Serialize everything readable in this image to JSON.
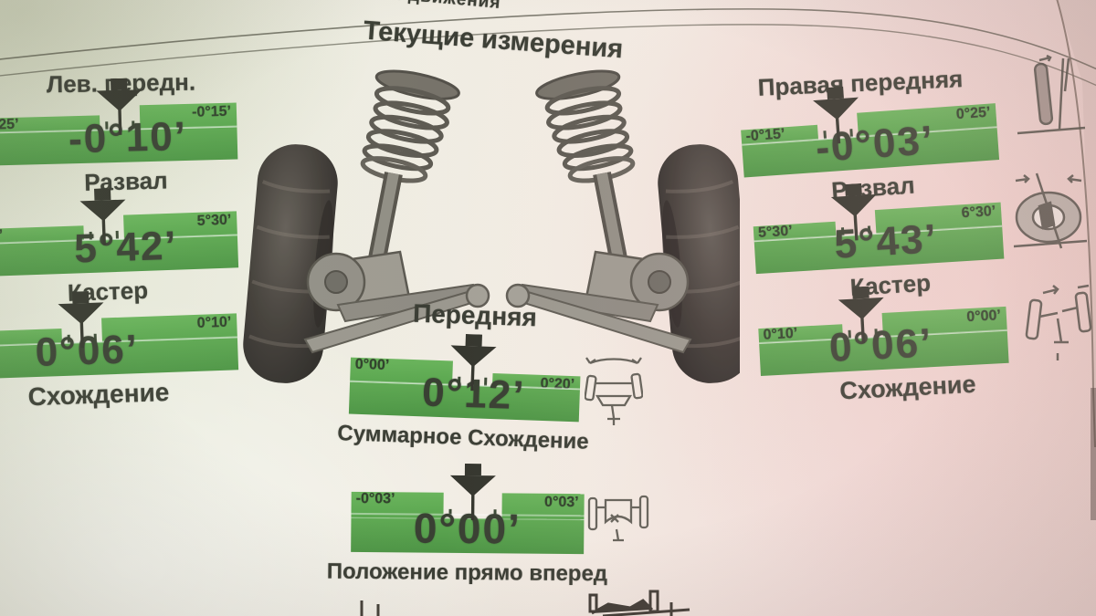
{
  "page": {
    "top_partial_text": "и движения",
    "title": "Текущие измерения"
  },
  "left_column": {
    "title": "Лев. передн.",
    "measurements": [
      {
        "label": "Развал",
        "value": "-0°10’",
        "left_limit": "25’",
        "right_limit": "-0°15’"
      },
      {
        "label": "Кастер",
        "value": "5°42’",
        "left_limit": "’",
        "right_limit": "5°30’"
      },
      {
        "label": "Схождение",
        "value": "0°06’",
        "left_limit": "",
        "right_limit": "0°10’"
      }
    ]
  },
  "right_column": {
    "title": "Правая передняя",
    "measurements": [
      {
        "label": "Развал",
        "value": "-0°03’",
        "left_limit": "-0°15’",
        "right_limit": "0°25’"
      },
      {
        "label": "Кастер",
        "value": "5°43’",
        "left_limit": "5°30’",
        "right_limit": "6°30’"
      },
      {
        "label": "Схождение",
        "value": "0°06’",
        "left_limit": "0°10’",
        "right_limit": "0°00’"
      }
    ]
  },
  "center": {
    "axle_label": "Передняя",
    "measurements": [
      {
        "label": "Суммарное Схождение",
        "value": "0°12’",
        "left_limit": "0°00’",
        "right_limit": "0°20’"
      },
      {
        "label": "Положение прямо вперед",
        "value": "0°00’",
        "left_limit": "-0°03’",
        "right_limit": "0°03’"
      }
    ]
  },
  "colors": {
    "bar_green": "#58a24d",
    "bar_green_light": "#69b35b",
    "ink": "#3b3e35",
    "limit_ink": "#31412c",
    "paper_left": "#e4e7d7",
    "paper_right": "#ecd7d3"
  },
  "icons": {
    "pointer": "down-arrow-icon",
    "camber_spec": "camber-spec-icon",
    "caster_spec": "caster-spec-icon",
    "toe_spec": "toe-spec-icon",
    "total_toe_car": "axle-top-view-icon",
    "straight_ahead_car": "axle-front-view-icon"
  }
}
